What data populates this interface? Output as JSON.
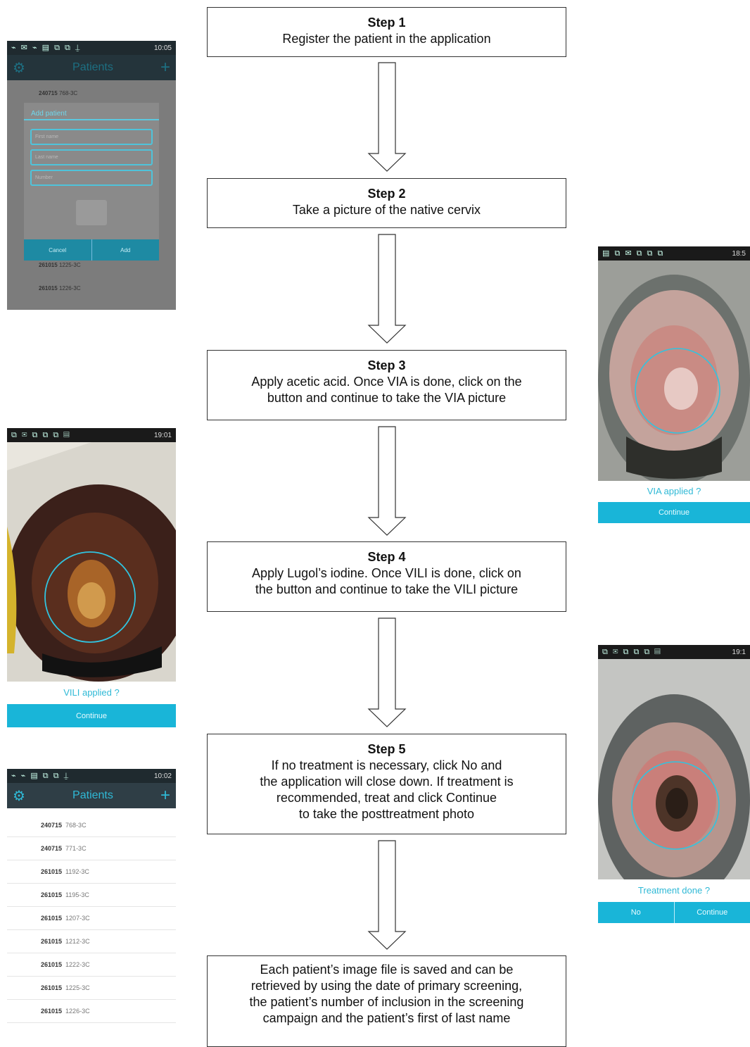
{
  "steps": [
    {
      "title": "Step 1",
      "body": "Register the patient in the application"
    },
    {
      "title": "Step 2",
      "body": "Take a picture of the native cervix"
    },
    {
      "title": "Step 3",
      "body": "Apply acetic acid. Once VIA is done, click on the\nbutton and continue to take the VIA picture"
    },
    {
      "title": "Step 4",
      "body": "Apply Lugol’s iodine. Once VILI is done, click on\nthe button and continue to take the VILI picture"
    },
    {
      "title": "Step 5",
      "body": "If no treatment is necessary, click No and\nthe application will close down. If treatment is\nrecommended, treat and click Continue\nto take the posttreatment photo"
    }
  ],
  "final_box": "Each patient’s image file is saved and can be\nretrieved by using the date of primary screening,\nthe patient’s number of inclusion in the screening\ncampaign and the patient’s first of last name",
  "screen_add_patient": {
    "status_time": "10:05",
    "title": "Patients",
    "bg_rows": [
      {
        "date": "240715",
        "num": "768-3C"
      },
      {
        "date": "261015",
        "num": "1225-3C"
      },
      {
        "date": "261015",
        "num": "1226-3C"
      }
    ],
    "dialog_title": "Add patient",
    "first_name_placeholder": "First name",
    "last_name_placeholder": "Last name",
    "number_placeholder": "Number",
    "cancel_label": "Cancel",
    "add_label": "Add"
  },
  "screen_patients": {
    "status_time": "10:02",
    "title": "Patients",
    "rows": [
      {
        "date": "240715",
        "num": "768-3C"
      },
      {
        "date": "240715",
        "num": "771-3C"
      },
      {
        "date": "261015",
        "num": "1192-3C"
      },
      {
        "date": "261015",
        "num": "1195-3C"
      },
      {
        "date": "261015",
        "num": "1207-3C"
      },
      {
        "date": "261015",
        "num": "1212-3C"
      },
      {
        "date": "261015",
        "num": "1222-3C"
      },
      {
        "date": "261015",
        "num": "1225-3C"
      },
      {
        "date": "261015",
        "num": "1226-3C"
      }
    ]
  },
  "screen_via": {
    "status_time": "18:5",
    "label": "VIA applied ?",
    "continue_label": "Continue"
  },
  "screen_vili": {
    "status_time": "19:01",
    "label": "VILI applied ?",
    "continue_label": "Continue"
  },
  "screen_treatment": {
    "status_time": "19:1",
    "label": "Treatment done ?",
    "no_label": "No",
    "continue_label": "Continue"
  },
  "colors": {
    "accent": "#19b5d8",
    "appbar": "#2f3e46",
    "box_border": "#333333"
  }
}
